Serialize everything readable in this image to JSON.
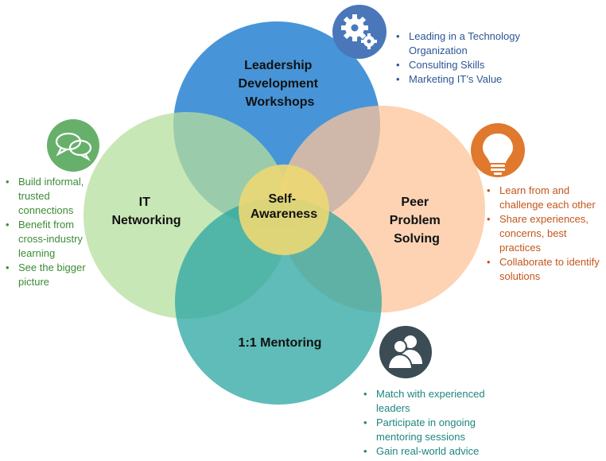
{
  "circles": {
    "top": {
      "lines": [
        "Leadership",
        "Development",
        "Workshops"
      ],
      "color": "#3d8fd6"
    },
    "left": {
      "lines": [
        "IT",
        "Networking"
      ],
      "color": "#b6df9e"
    },
    "right": {
      "lines": [
        "Peer",
        "Problem",
        "Solving"
      ],
      "color": "#fcc49a"
    },
    "bottom": {
      "lines": [
        "1:1 Mentoring"
      ],
      "color": "#2aa5a2"
    },
    "center": {
      "lines": [
        "Self-",
        "Awareness"
      ],
      "color": "#ecd873"
    }
  },
  "icons": {
    "top": {
      "name": "gears-icon",
      "color": "#4a77b9"
    },
    "left": {
      "name": "speech-bubbles-icon",
      "color": "#67b06b"
    },
    "right": {
      "name": "lightbulb-icon",
      "color": "#e0782d"
    },
    "bottom": {
      "name": "people-icon",
      "color": "#3b4c55"
    }
  },
  "bullets": {
    "top": [
      "Leading in a Technology Organization",
      "Consulting Skills",
      "Marketing IT’s Value"
    ],
    "left": [
      "Build informal, trusted connections",
      "Benefit from cross-industry learning",
      "See the bigger picture"
    ],
    "right": [
      "Learn from and challenge each other",
      "Share experiences, concerns, best practices",
      "Collaborate to identify solutions"
    ],
    "bottom": [
      "Match with experienced leaders",
      "Participate in ongoing mentoring sessions",
      "Gain real-world advice"
    ]
  },
  "colors": {
    "top_text": "#2e5597",
    "left_text": "#3b8c36",
    "right_text": "#c4561b",
    "bottom_text": "#1e8580"
  }
}
